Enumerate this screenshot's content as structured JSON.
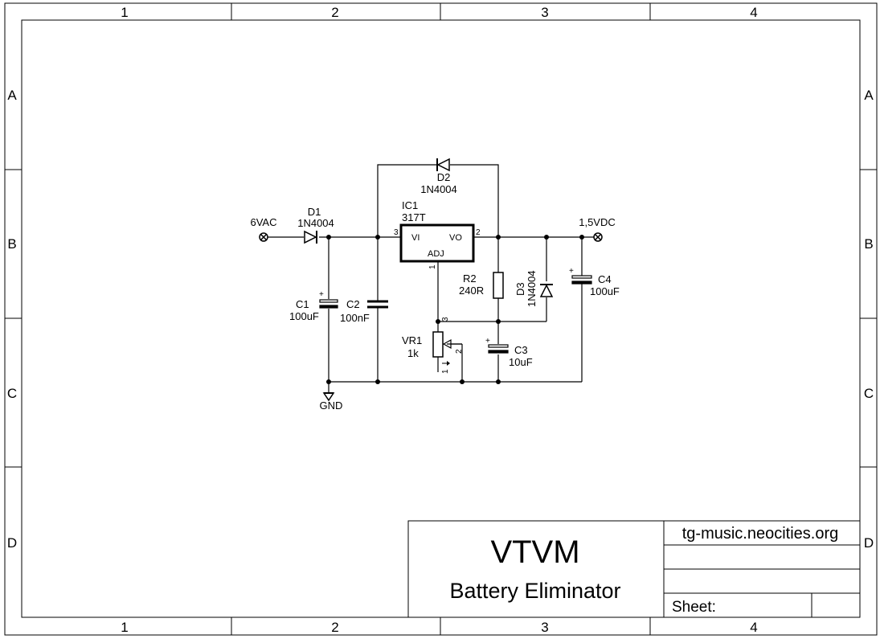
{
  "frame": {
    "columns": [
      "1",
      "2",
      "3",
      "4"
    ],
    "rows": [
      "A",
      "B",
      "C",
      "D"
    ]
  },
  "title_block": {
    "title": "VTVM",
    "subtitle": "Battery Eliminator",
    "website": "tg-music.neocities.org",
    "sheet_label": "Sheet:"
  },
  "schematic": {
    "terminals": {
      "input": "6VAC",
      "output": "1,5VDC",
      "ground": "GND"
    },
    "components": {
      "d1": {
        "ref": "D1",
        "value": "1N4004"
      },
      "d2": {
        "ref": "D2",
        "value": "1N4004"
      },
      "d3": {
        "ref": "D3",
        "value": "1N4004"
      },
      "ic1": {
        "ref": "IC1",
        "value": "317T",
        "pin_vi": "VI",
        "pin_vo": "VO",
        "pin_adj": "ADJ",
        "pin3": "3",
        "pin2": "2",
        "pin1": "1"
      },
      "r2": {
        "ref": "R2",
        "value": "240R"
      },
      "vr1": {
        "ref": "VR1",
        "value": "1k",
        "pin1": "1",
        "pin2": "2",
        "pin3": "3"
      },
      "c1": {
        "ref": "C1",
        "value": "100uF",
        "polarity": "+"
      },
      "c2": {
        "ref": "C2",
        "value": "100nF"
      },
      "c3": {
        "ref": "C3",
        "value": "10uF",
        "polarity": "+"
      },
      "c4": {
        "ref": "C4",
        "value": "100uF",
        "polarity": "+"
      }
    }
  }
}
